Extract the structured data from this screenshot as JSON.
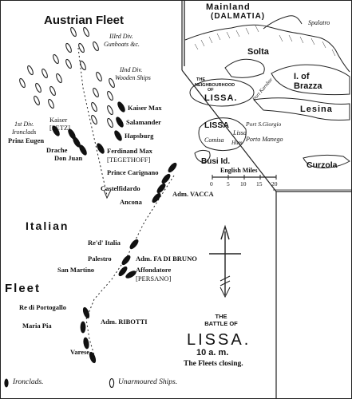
{
  "labels": {
    "austrian_fleet": "Austrian Fleet",
    "italian": "Italian",
    "fleet": "Fleet",
    "div3": "IIIrd Div.",
    "div3_sub": "Gunboats &c.",
    "div2": "IInd Div.",
    "div2_sub": "Wooden Ships",
    "div1": "1st Div.",
    "div1_sub": "Ironclads",
    "kaiser_petz_1": "Kaiser",
    "kaiser_petz_2": "[PETZ]",
    "prinz_eugen": "Prinz Eugen",
    "drache": "Drache",
    "don_juan": "Don Juan",
    "kaiser_max": "Kaiser Max",
    "salamander": "Salamander",
    "hapsburg": "Hapsburg",
    "ferdinand_max": "Ferdinand Max",
    "tegethoff": "[TEGETHOFF]",
    "prince_carignano": "Prince Carignano",
    "castelfidardo": "Castelfidardo",
    "ancona": "Ancona",
    "adm_vacca": "Adm. VACCA",
    "re_ditalia": "Re'd' Italia",
    "palestro": "Palestro",
    "san_martino": "San Martino",
    "adm_fa_di_bruno": "Adm. FA DI BRUNO",
    "affondatore": "Affondatore",
    "persano": "[PERSANO]",
    "re_di_portogallo": "Re di Portogallo",
    "maria_pia": "Maria Pia",
    "adm_ribotti": "Adm. RIBOTTI",
    "varese": "Varese"
  },
  "title_block": {
    "the_battle_of": "THE\nBATTLE OF",
    "lissa": "LISSA.",
    "time": "10 a. m.",
    "caption": "The Fleets closing."
  },
  "legend": {
    "ironclads": "Ironclads.",
    "unarmoured": "Unarmoured Ships."
  },
  "inset": {
    "mainland": "Mainland",
    "dalmatia": "(DALMATIA)",
    "spalatro": "Spalatro",
    "solta": "Solta",
    "i_of_brazza": "I. of\nBrazza",
    "lesina": "Lesina",
    "neighbourhood_1": "THE",
    "neighbourhood_2": "NEIGHBOURHOOD",
    "neighbourhood_3": "OF",
    "neighbourhood_4": "LISSA.",
    "lissa": "LISSA",
    "port_s_giorgio": "Port S.Giorgio",
    "lissa_town": "Lissa",
    "comisa": "Comisa",
    "porto_manego": "Porto Manego",
    "hum": "Hum",
    "busi_id": "Busi Id.",
    "curzola": "Curzola",
    "port_karobar": "Port Karobar",
    "english_miles": "English Miles",
    "scale_ticks": [
      "0",
      "5",
      "10",
      "15",
      "20"
    ]
  }
}
